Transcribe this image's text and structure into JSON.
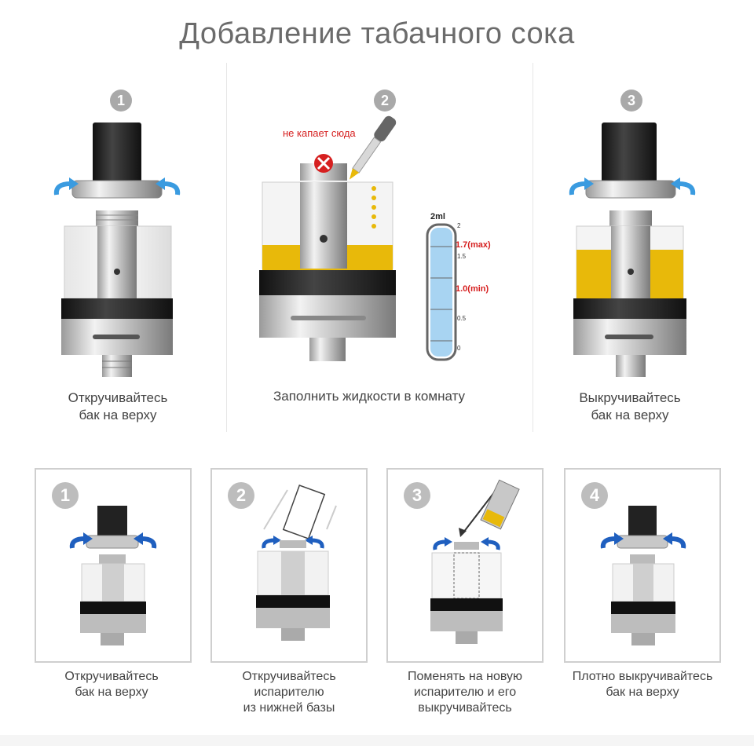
{
  "title": "Добавление табачного сока",
  "top_steps": [
    {
      "number": "1",
      "caption_line1": "Откручивайтесь",
      "caption_line2": "бак на верху"
    },
    {
      "number": "2",
      "caption_line1": "Заполнить жидкости в комнату",
      "caption_line2": ""
    },
    {
      "number": "3",
      "caption_line1": "Выкручивайтесь",
      "caption_line2": "бак на верху"
    }
  ],
  "warning_text": "не капает сюда",
  "gauge": {
    "header": "2ml",
    "max_label": "1.7(max)",
    "min_label": "1.0(min)",
    "ticks": [
      "2",
      "1.5",
      "0.5",
      "0"
    ]
  },
  "bottom_steps": [
    {
      "number": "1",
      "lines": [
        "Откручивайтесь",
        "бак на верху"
      ]
    },
    {
      "number": "2",
      "lines": [
        "Откручивайтесь",
        "испарителю",
        "из нижней базы"
      ]
    },
    {
      "number": "3",
      "lines": [
        "Поменять на новую",
        "испарителю и его",
        "выкручивайтесь"
      ]
    },
    {
      "number": "4",
      "lines": [
        "Плотно выкручивайтесь",
        "бак на верху"
      ]
    }
  ],
  "colors": {
    "liquid": "#e8b90a",
    "arrow_light": "#3a9be0",
    "arrow_dark": "#1f5fbf",
    "warn": "#d62020",
    "gauge_fill": "#a8d4f2"
  }
}
